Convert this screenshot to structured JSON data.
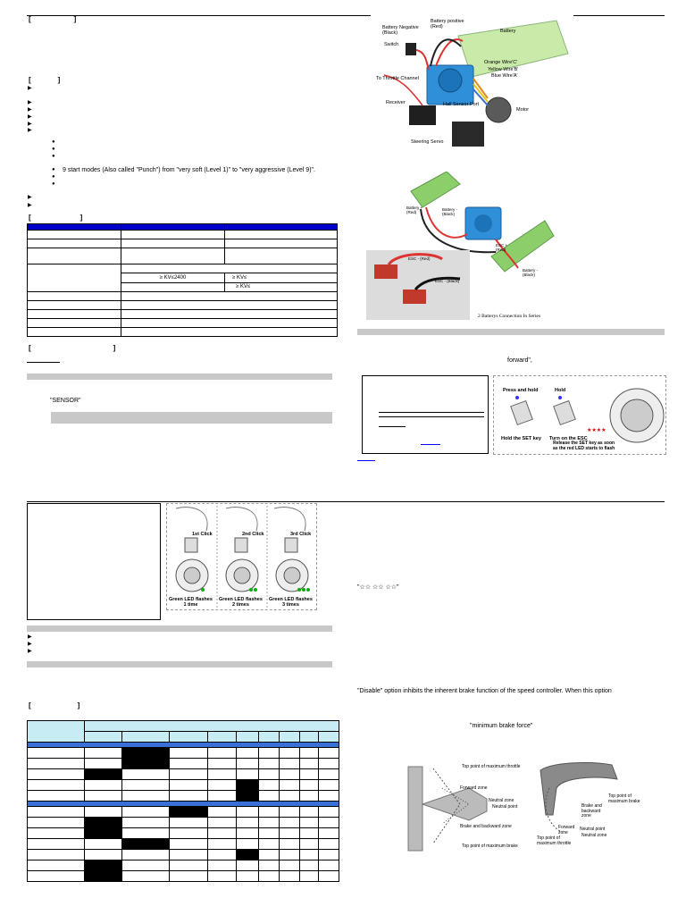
{
  "sections": {
    "s1": "[",
    "s1b": "]",
    "s2": "[",
    "s2b": "]",
    "s3": "[",
    "s3b": "]",
    "s4": "[",
    "s4b": "]",
    "s5": "[",
    "s5b": "]"
  },
  "features": {
    "start_modes": "9 start modes (Also called \"Punch\") from \"very soft (Level 1)\" to \"very aggressive (Level 9)\"."
  },
  "spec_table": {
    "kv_left": "≥   KV≤2400",
    "kv_mid": "≥     KV≤",
    "kv_right": "≥     KV≤"
  },
  "left_col": {
    "sensor": "\"SENSOR\""
  },
  "wiring_fig": {
    "battery_positive": "Battery positive\n(Red)",
    "battery_negative": "Battery Negative\n(Black)",
    "battery": "Battery",
    "switch": "Switch",
    "throttle": "To Throttle Channel",
    "orange": "Orange Wire'C'",
    "yellow": "Yellow Wire'B'",
    "blue": "Blue Wire'A'",
    "hall": "Hall Sensor Port",
    "motor": "Motor",
    "receiver": "Receiver",
    "servo": "Steering Servo"
  },
  "series_fig": {
    "caption": "2 Batterys Connection In Series",
    "esc_red": "ESC - (Red)",
    "esc_black": "ESC - (Black)",
    "bat_plus": "Battery +\n(Red)",
    "bat_minus": "Battery -\n(Black)",
    "esc_plus": "ESC +\n(Red)"
  },
  "right_col": {
    "forward": "forward\",",
    "set_hold": "Press and hold",
    "hold": "Hold",
    "hold_set": "Hold the SET key",
    "turn_on": "Turn on the ESC",
    "release": "Release the SET key as soon\nas the red LED starts to flash",
    "stars": "\"☆☆  ☆☆  ☆☆\"",
    "disable": "\"Disable\" option inhibits the inherent brake function of the speed controller. When this option",
    "min_brake": "\"minimum brake force\""
  },
  "clicks_fig": {
    "c1": "1st Click",
    "c2": "2nd Click",
    "c3": "3rd Click",
    "g1": "Green LED flashes\n1 time",
    "g2": "Green LED flashes\n2 times",
    "g3": "Green LED flashes\n3 times"
  },
  "throttle_fig": {
    "top_max": "Top point of maximum throttle",
    "forward_zone": "Forward zone",
    "neutral_zone": "Neutral zone",
    "neutral_point": "Neutral point",
    "brake_zone": "Brake and backward zone",
    "top_brake": "Top point of maximum brake",
    "r_top_brake": "Top point of\nmaximum brake",
    "r_brake": "Brake and\nbackward\nzone",
    "r_neutral_point": "Neutral point",
    "r_neutral_zone": "Neutral zone",
    "r_forward": "Forward\nzone",
    "r_top_throttle": "Top point of\nmaximum throttle"
  }
}
